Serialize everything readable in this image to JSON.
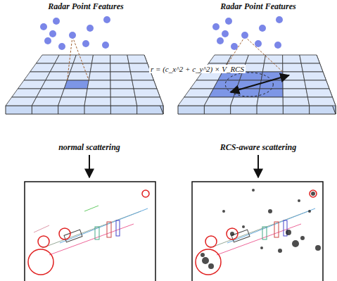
{
  "diagram": {
    "labels": [
      "Radar Point Features",
      "Radar Point Features",
      "r = (c_x^2 + c_y^2) × V_RCS",
      "normal scattering",
      "RCS-aware scattering"
    ]
  }
}
